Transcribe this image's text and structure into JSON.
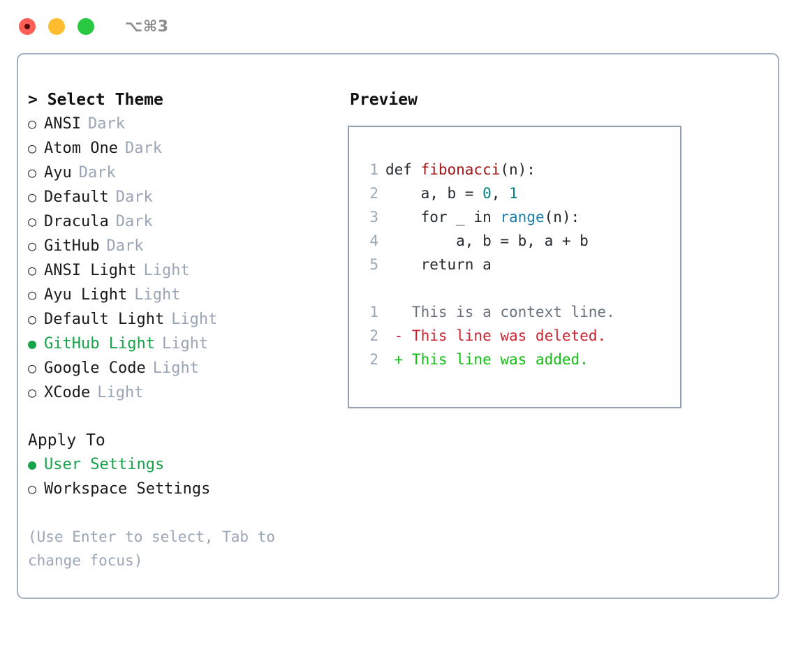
{
  "titlebar": {
    "shortcut": "⌥⌘3",
    "buttons": [
      "close",
      "minimize",
      "maximize"
    ]
  },
  "theme_panel": {
    "header": "> Select Theme",
    "items": [
      {
        "name": "ANSI",
        "variant": "Dark",
        "selected": false,
        "bullet": "○"
      },
      {
        "name": "Atom One",
        "variant": "Dark",
        "selected": false,
        "bullet": "○"
      },
      {
        "name": "Ayu",
        "variant": "Dark",
        "selected": false,
        "bullet": "○"
      },
      {
        "name": "Default",
        "variant": "Dark",
        "selected": false,
        "bullet": "○"
      },
      {
        "name": "Dracula",
        "variant": "Dark",
        "selected": false,
        "bullet": "○"
      },
      {
        "name": "GitHub",
        "variant": "Dark",
        "selected": false,
        "bullet": "○"
      },
      {
        "name": "ANSI Light",
        "variant": "Light",
        "selected": false,
        "bullet": "○"
      },
      {
        "name": "Ayu Light",
        "variant": "Light",
        "selected": false,
        "bullet": "○"
      },
      {
        "name": "Default Light",
        "variant": "Light",
        "selected": false,
        "bullet": "○"
      },
      {
        "name": "GitHub Light",
        "variant": "Light",
        "selected": true,
        "bullet": "●"
      },
      {
        "name": "Google Code",
        "variant": "Light",
        "selected": false,
        "bullet": "○"
      },
      {
        "name": "XCode",
        "variant": "Light",
        "selected": false,
        "bullet": "○"
      }
    ]
  },
  "apply_to": {
    "header": "Apply To",
    "items": [
      {
        "name": "User Settings",
        "selected": true,
        "bullet": "●"
      },
      {
        "name": "Workspace Settings",
        "selected": false,
        "bullet": "○"
      }
    ]
  },
  "hint": "(Use Enter to select, Tab to change focus)",
  "preview": {
    "title": "Preview",
    "code_lines": [
      {
        "no": "1",
        "parts": [
          {
            "t": "def ",
            "c": "code"
          },
          {
            "t": "fibonacci",
            "c": "tok-fn"
          },
          {
            "t": "(n):",
            "c": "code"
          }
        ]
      },
      {
        "no": "2",
        "parts": [
          {
            "t": "    a, b = ",
            "c": "code"
          },
          {
            "t": "0",
            "c": "tok-num"
          },
          {
            "t": ", ",
            "c": "code"
          },
          {
            "t": "1",
            "c": "tok-num"
          }
        ]
      },
      {
        "no": "3",
        "parts": [
          {
            "t": "    for _ in ",
            "c": "code"
          },
          {
            "t": "range",
            "c": "tok-call"
          },
          {
            "t": "(n):",
            "c": "code"
          }
        ]
      },
      {
        "no": "4",
        "parts": [
          {
            "t": "        a, b = b, a + b",
            "c": "code"
          }
        ]
      },
      {
        "no": "5",
        "parts": [
          {
            "t": "    return a",
            "c": "code"
          }
        ]
      }
    ],
    "diff_lines": [
      {
        "no": "1",
        "parts": [
          {
            "t": "   This is a context line.",
            "c": "tok-ctx"
          }
        ]
      },
      {
        "no": "2",
        "parts": [
          {
            "t": " - This line was deleted.",
            "c": "tok-del"
          }
        ]
      },
      {
        "no": "2",
        "parts": [
          {
            "t": " + This line was added.",
            "c": "tok-add"
          }
        ]
      }
    ]
  },
  "colors": {
    "selected_green": "#16a34a",
    "added_green": "#0fbf0f",
    "deleted_red": "#cb2431",
    "function_red": "#a31515",
    "number_teal": "#008080",
    "call_blue": "#1b7fa8",
    "muted_gray": "#9aa5b6",
    "border": "#a6b0c0"
  }
}
